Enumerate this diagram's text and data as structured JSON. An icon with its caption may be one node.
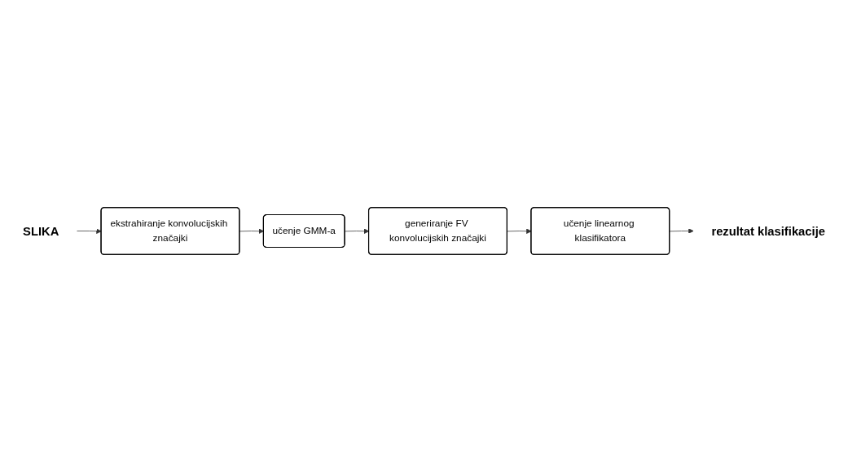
{
  "diagram": {
    "nodes": [
      {
        "text": [
          "SLIKA"
        ]
      },
      {
        "text": [
          "ekstrahiranje konvolucijskih značajki"
        ]
      },
      {
        "text": [
          "učenje GMM-a"
        ]
      },
      {
        "text": [
          "generiranje FV konvolucijskih značajki"
        ]
      },
      {
        "text": [
          "učenje linearnog klasifikatora"
        ]
      },
      {
        "text": [
          "rezultat klasifikacije"
        ]
      }
    ],
    "edges": [
      {
        "from": 0,
        "to": 1,
        "arrow": "to"
      },
      {
        "from": 1,
        "to": 2,
        "arrow": "to"
      },
      {
        "from": 2,
        "to": 3,
        "arrow": "to"
      },
      {
        "from": 3,
        "to": 4,
        "arrow": "to"
      },
      {
        "from": 4,
        "to": 5,
        "arrow": "to"
      }
    ]
  }
}
